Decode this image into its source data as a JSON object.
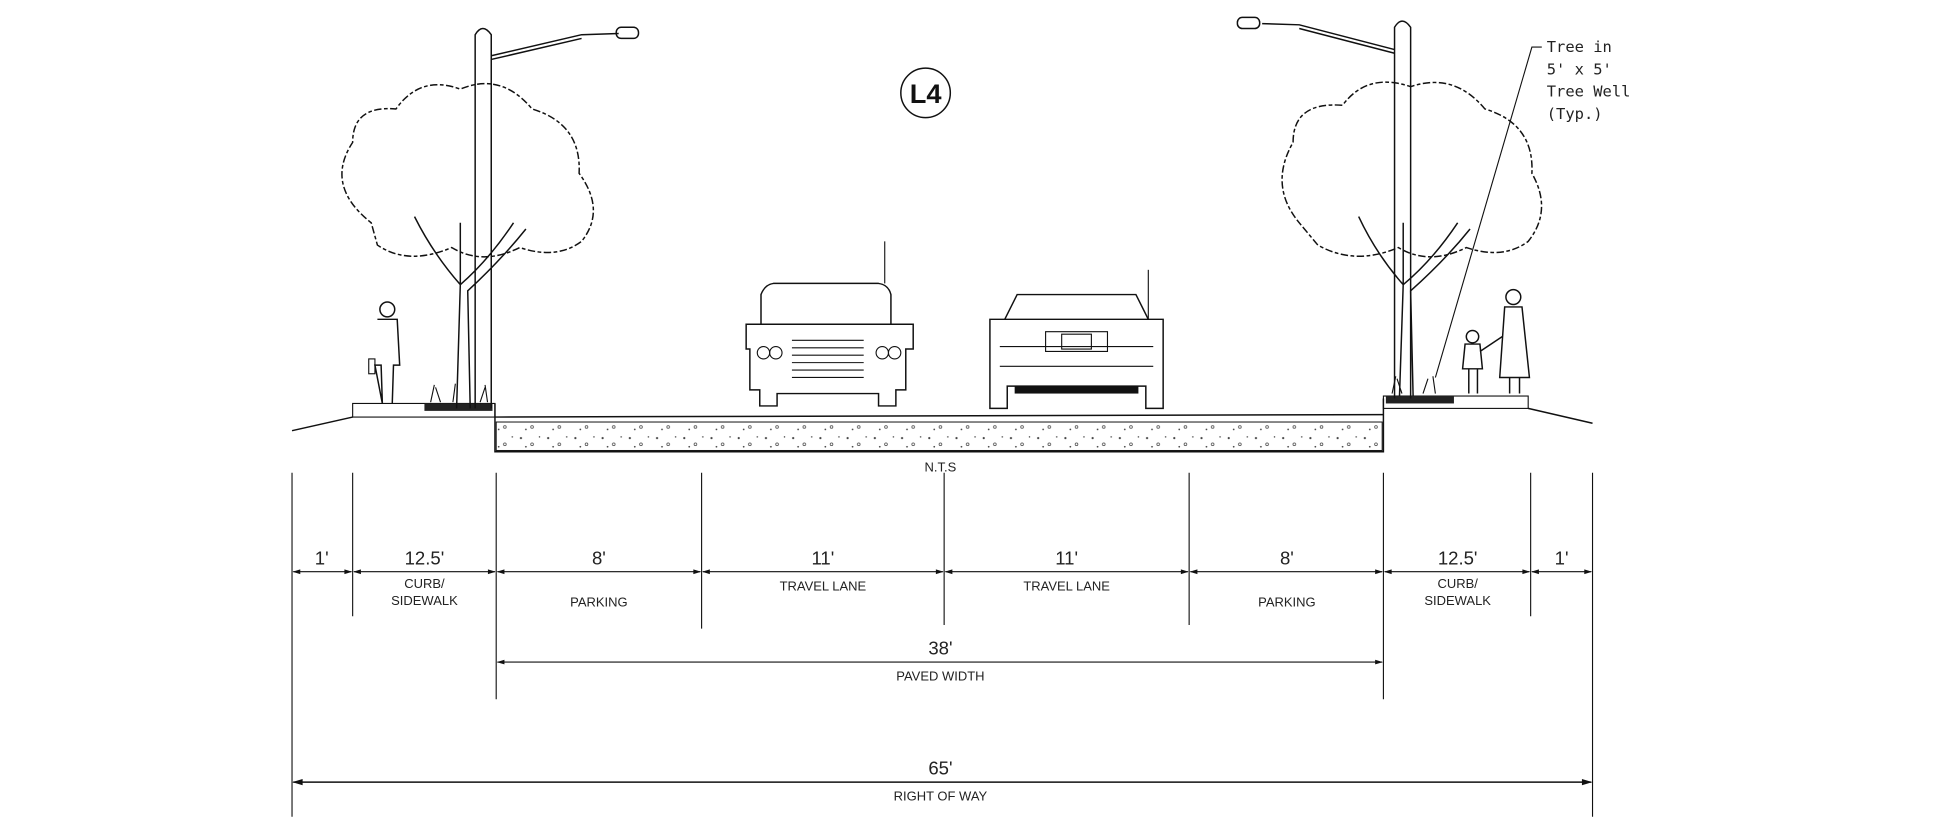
{
  "section_id": "L4",
  "scale_note": "N.T.S",
  "callout": {
    "lines": [
      "Tree in",
      "5' x 5'",
      "Tree Well",
      "(Typ.)"
    ]
  },
  "segments": [
    {
      "width": "1'",
      "label": ""
    },
    {
      "width": "12.5'",
      "label": "CURB/\nSIDEWALK",
      "label_lines": [
        "CURB/",
        "SIDEWALK"
      ]
    },
    {
      "width": "8'",
      "label": "PARKING"
    },
    {
      "width": "11'",
      "label": "TRAVEL LANE"
    },
    {
      "width": "11'",
      "label": "TRAVEL LANE"
    },
    {
      "width": "8'",
      "label": "PARKING"
    },
    {
      "width": "12.5'",
      "label": "CURB/\nSIDEWALK",
      "label_lines": [
        "CURB/",
        "SIDEWALK"
      ]
    },
    {
      "width": "1'",
      "label": ""
    }
  ],
  "paved_width": {
    "value": "38'",
    "label": "PAVED WIDTH"
  },
  "right_of_way": {
    "value": "65'",
    "label": "RIGHT OF WAY"
  }
}
